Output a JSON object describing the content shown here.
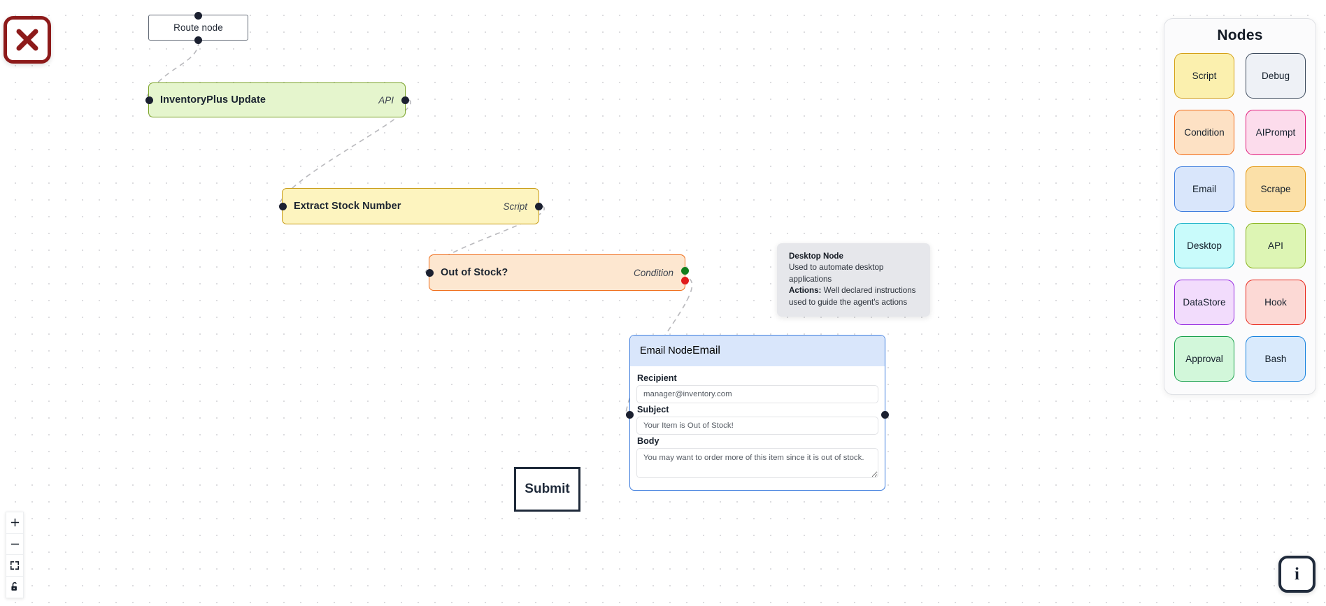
{
  "app": {
    "close_button_icon": "close-x-icon",
    "info_button_glyph": "i",
    "submit_label": "Submit"
  },
  "zoom_controls": {
    "zoom_in_icon": "plus-icon",
    "zoom_out_icon": "minus-icon",
    "fit_view_icon": "fit-view-icon",
    "lock_icon": "unlock-icon"
  },
  "canvas": {
    "nodes": [
      {
        "id": "route",
        "title": "Route node",
        "kind": "",
        "fill": "#ffffff",
        "border": "#636b77"
      },
      {
        "id": "inventory",
        "title": "InventoryPlus Update",
        "kind": "API",
        "fill": "#e5f5cd",
        "border": "#7aa328"
      },
      {
        "id": "extract",
        "title": "Extract Stock Number",
        "kind": "Script",
        "fill": "#fdf4bf",
        "border": "#c79a14"
      },
      {
        "id": "condition",
        "title": "Out of Stock?",
        "kind": "Condition",
        "fill": "#fde7d0",
        "border": "#ef6c18",
        "handle_true_color": "#127e1d",
        "handle_false_color": "#e01b1b"
      }
    ],
    "email_node": {
      "title": "Email Node",
      "kind": "Email",
      "fill": "#d9e6fb",
      "border": "#3b7bdd",
      "fields": [
        {
          "label": "Recipient",
          "value": "manager@inventory.com",
          "placeholder": "Recipient"
        },
        {
          "label": "Subject",
          "value": "Your Item is Out of Stock!",
          "placeholder": "Subject"
        },
        {
          "label": "Body",
          "value": "You may want to order more of this item since it is out of stock.",
          "placeholder": "Body"
        }
      ]
    }
  },
  "tooltip": {
    "title": "Desktop Node",
    "description": "Used to automate desktop applications",
    "actions_label": "Actions:",
    "actions_text_line1": " Well declared instructions",
    "actions_text_line2": "used to guide the agent's actions"
  },
  "palette": {
    "title": "Nodes",
    "items": [
      {
        "label": "Script",
        "fill": "#fbf0ae",
        "border": "#d4a017"
      },
      {
        "label": "Debug",
        "fill": "#eef1f6",
        "border": "#3c4a5c"
      },
      {
        "label": "Condition",
        "fill": "#fde1c4",
        "border": "#f26a17"
      },
      {
        "label": "AIPrompt",
        "fill": "#fcdcec",
        "border": "#e0197a"
      },
      {
        "label": "Email",
        "fill": "#d9e6fb",
        "border": "#3b7bdd"
      },
      {
        "label": "Scrape",
        "fill": "#fbe0a8",
        "border": "#e39408"
      },
      {
        "label": "Desktop",
        "fill": "#c9fbfb",
        "border": "#12adc4"
      },
      {
        "label": "API",
        "fill": "#ddf5b4",
        "border": "#85b018"
      },
      {
        "label": "DataStore",
        "fill": "#f2dcfc",
        "border": "#9327e0"
      },
      {
        "label": "Hook",
        "fill": "#fcd9d5",
        "border": "#e8251a"
      },
      {
        "label": "Approval",
        "fill": "#d2f7da",
        "border": "#17a04b"
      },
      {
        "label": "Bash",
        "fill": "#d9eafc",
        "border": "#1681de"
      }
    ]
  }
}
